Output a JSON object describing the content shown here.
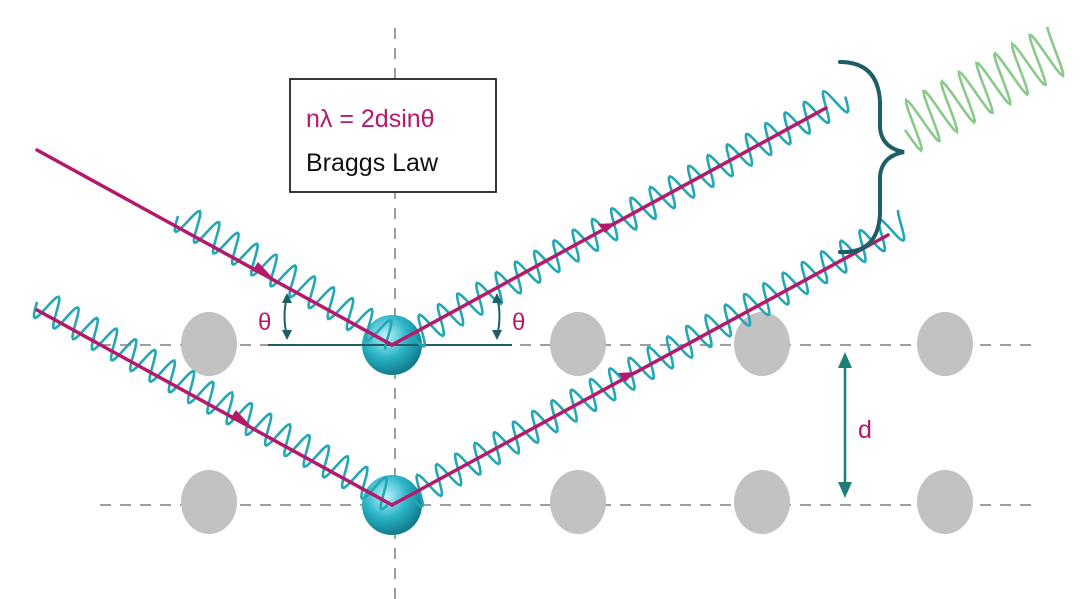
{
  "equation": "nλ = 2dsinθ",
  "law_name": "Braggs Law",
  "angle_label_left": "θ",
  "angle_label_right": "θ",
  "spacing_label": "d",
  "colors": {
    "beam": "#b5196b",
    "wave": "#24a7b5",
    "atom_highlight": "#2bb5c7",
    "atom_plain": "#c2c2c2",
    "guide": "#9e9e9e",
    "measure": "#1f7f76",
    "bracket": "#1f5e66",
    "resultant_wave": "#8bc98a",
    "label_box_border": "#222222"
  }
}
